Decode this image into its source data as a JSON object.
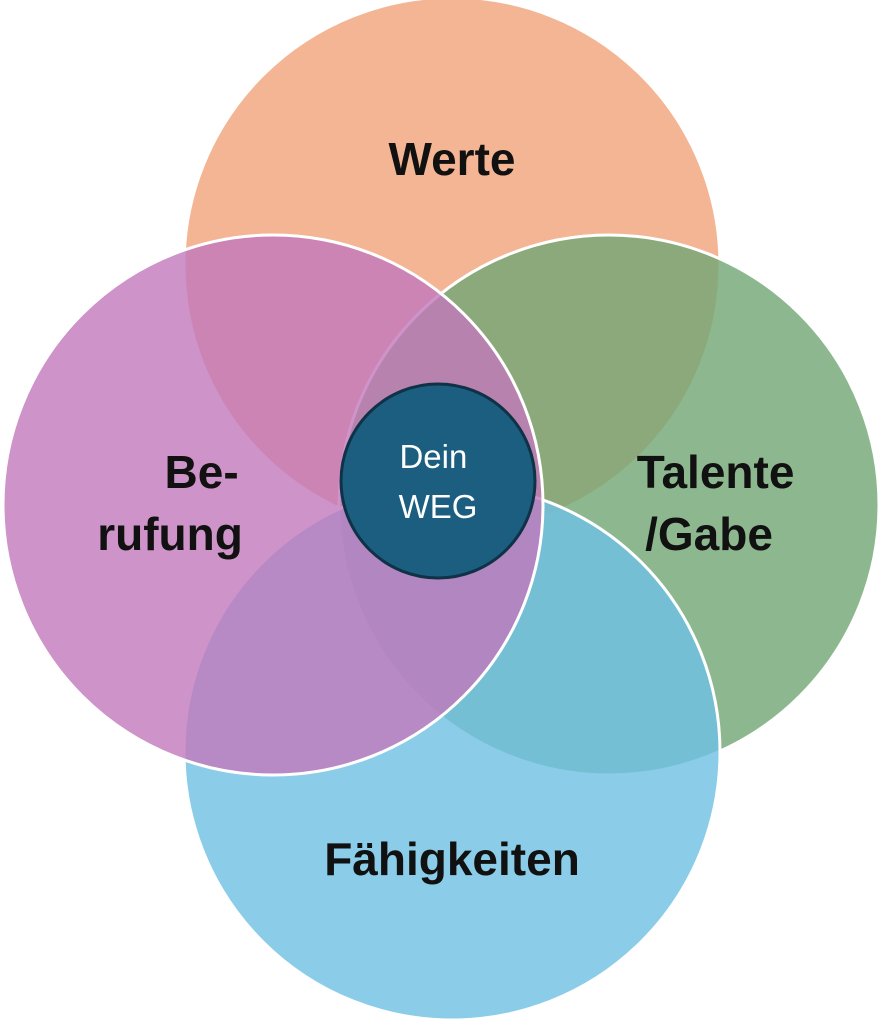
{
  "circles": [
    {
      "id": "werte",
      "label_lines": [
        "Werte"
      ],
      "color": "#F0A379",
      "opacity": 0.8
    },
    {
      "id": "berufung",
      "label_lines": [
        "Be-",
        "rufung"
      ],
      "color": "#C278BB",
      "opacity": 0.8
    },
    {
      "id": "talente",
      "label_lines": [
        "Talente",
        "/Gabe"
      ],
      "color": "#70A673",
      "opacity": 0.8
    },
    {
      "id": "faehigkeiten",
      "label_lines": [
        "Fähigkeiten"
      ],
      "color": "#6EC0E3",
      "opacity": 0.8
    }
  ],
  "center": {
    "label_lines": [
      "Dein",
      "WEG"
    ],
    "fill": "#1B5E80",
    "stroke": "#0F3247"
  }
}
